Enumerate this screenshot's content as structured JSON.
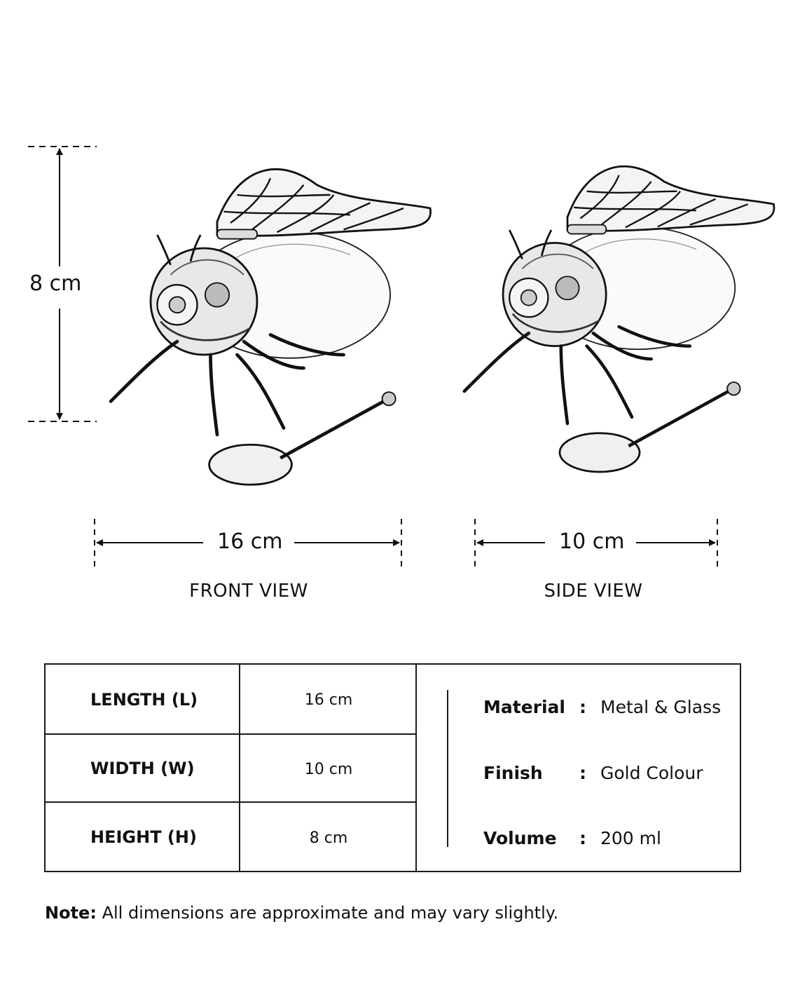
{
  "dimensions": {
    "height_label": "8 cm",
    "front_width_label": "16 cm",
    "side_width_label": "10 cm"
  },
  "views": {
    "front": "FRONT VIEW",
    "side": "SIDE VIEW"
  },
  "table": {
    "rows": [
      {
        "key": "LENGTH (L)",
        "value": "16 cm"
      },
      {
        "key": "WIDTH (W)",
        "value": "10 cm"
      },
      {
        "key": "HEIGHT (H)",
        "value": "8 cm"
      }
    ],
    "properties": [
      {
        "key": "Material",
        "value": "Metal & Glass"
      },
      {
        "key": "Finish",
        "value": "Gold Colour"
      },
      {
        "key": "Volume",
        "value": "200 ml"
      }
    ],
    "separator": ":"
  },
  "note": {
    "label": "Note:",
    "text": "All dimensions are approximate and may vary slightly."
  }
}
